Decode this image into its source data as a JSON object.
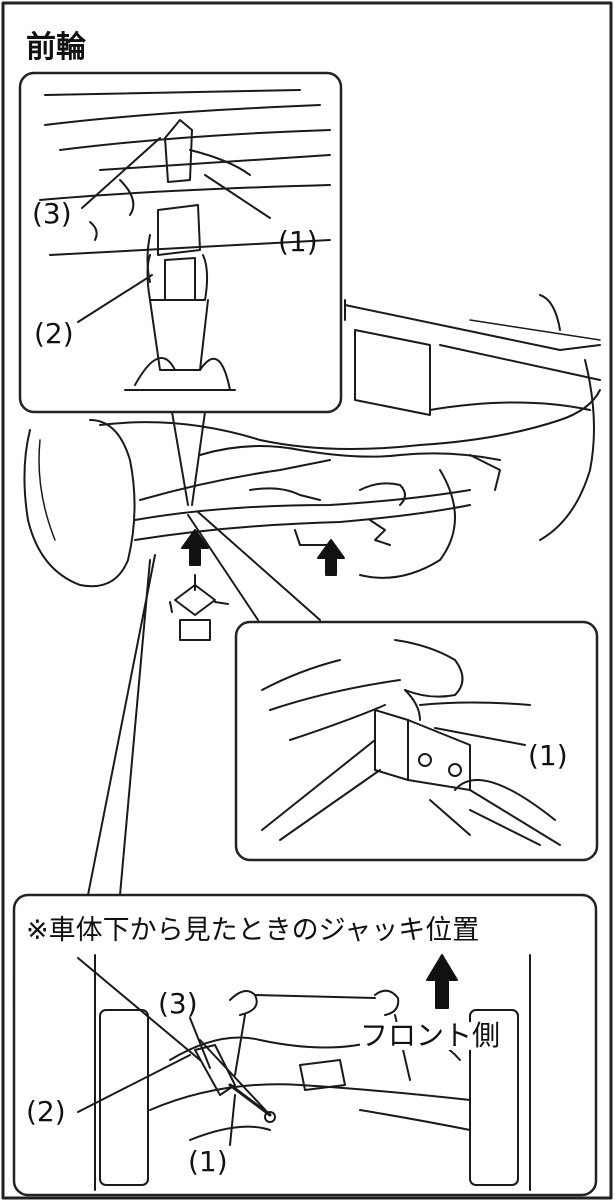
{
  "title": "前輪",
  "labels": {
    "top_inset": {
      "l3": "(3)",
      "l1": "(1)",
      "l2": "(2)"
    },
    "right_inset": {
      "l1": "(1)"
    },
    "bottom_inset": {
      "l3": "(3)",
      "l2": "(2)",
      "l1": "(1)"
    }
  },
  "bottom_note": "※車体下から見たときのジャッキ位置",
  "front_side_label": "フロント側",
  "colors": {
    "line": "#1a1a1a",
    "border": "#222222",
    "background": "#ffffff"
  }
}
